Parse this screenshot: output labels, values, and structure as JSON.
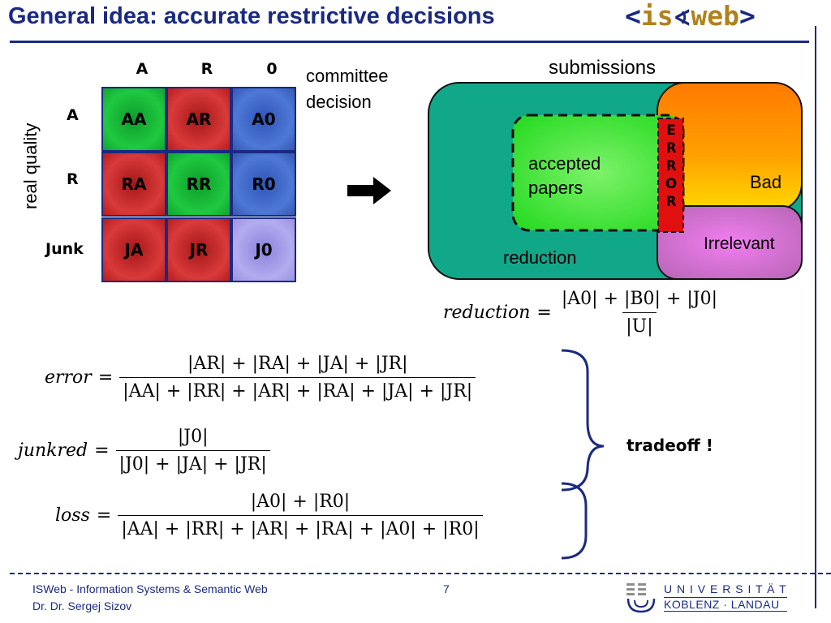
{
  "title": "General idea: accurate restrictive decisions",
  "logo": {
    "left_bracket": "<",
    "is": "is",
    "web": "web",
    "right_bracket": ">"
  },
  "matrix": {
    "col_headers": [
      "A",
      "R",
      "0"
    ],
    "row_headers": [
      "A",
      "R",
      "Junk"
    ],
    "cells": [
      [
        "AA",
        "AR",
        "A0"
      ],
      [
        "RA",
        "RR",
        "R0"
      ],
      [
        "JA",
        "JR",
        "J0"
      ]
    ],
    "col_axis_label": "committee decision",
    "row_axis_label": "real quality"
  },
  "diagram": {
    "title": "submissions",
    "accepted": "accepted papers",
    "bad": "Bad",
    "irrelevant": "Irrelevant",
    "reduction": "reduction",
    "error_letters": [
      "E",
      "R",
      "R",
      "O",
      "R"
    ]
  },
  "formulas": {
    "reduction": {
      "lhs": "reduction",
      "num": "|A0| + |B0| + |J0|",
      "den": "|U|"
    },
    "error": {
      "lhs": "error",
      "num": "|AR| + |RA| + |JA| + |JR|",
      "den": "|AA| + |RR| + |AR| + |RA| + |JA| + |JR|"
    },
    "junkred": {
      "lhs": "junkred",
      "num": "|J0|",
      "den": "|J0| + |JA| + |JR|"
    },
    "loss": {
      "lhs": "loss",
      "num": "|A0| + |R0|",
      "den": "|AA| + |RR| + |AR| + |RA| + |A0| + |R0|"
    }
  },
  "tradeoff": "tradeoff !",
  "footer": {
    "org": "ISWeb - Information Systems & Semantic Web",
    "author": "Dr. Dr. Sergej Sizov",
    "page_number": "7",
    "university_line1": "U N I V E R S I T Ä T",
    "university_line2": "KOBLENZ · LANDAU"
  },
  "colors": {
    "brand_blue": "#1a2a80",
    "logo_gold": "#b0821e",
    "teal": "#11a88a",
    "accepted_green": "#5bf050",
    "error_red": "#e01010"
  }
}
